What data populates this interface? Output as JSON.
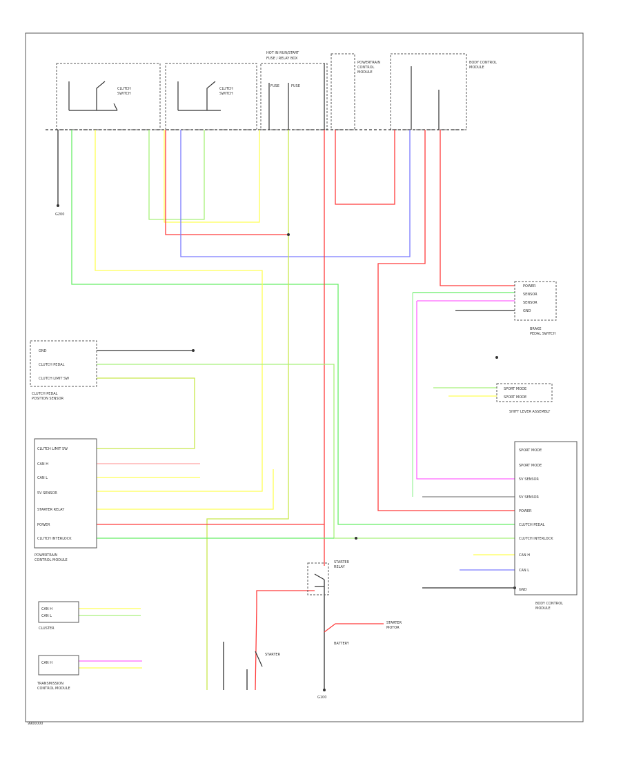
{
  "diagram": {
    "footer_code": "9900000",
    "colors": {
      "red": "#ff3b3b",
      "yellow": "#ffff55",
      "green": "#66ee66",
      "light_green": "#a8f07a",
      "yellow_green": "#c8e84a",
      "blue": "#7a7aff",
      "pink": "#ff66ff",
      "black": "#333333"
    },
    "top_labels": {
      "fuse_box": "HOT IN RUN/START",
      "fuse_box_sub": "FUSE / RELAY BOX"
    }
  }
}
